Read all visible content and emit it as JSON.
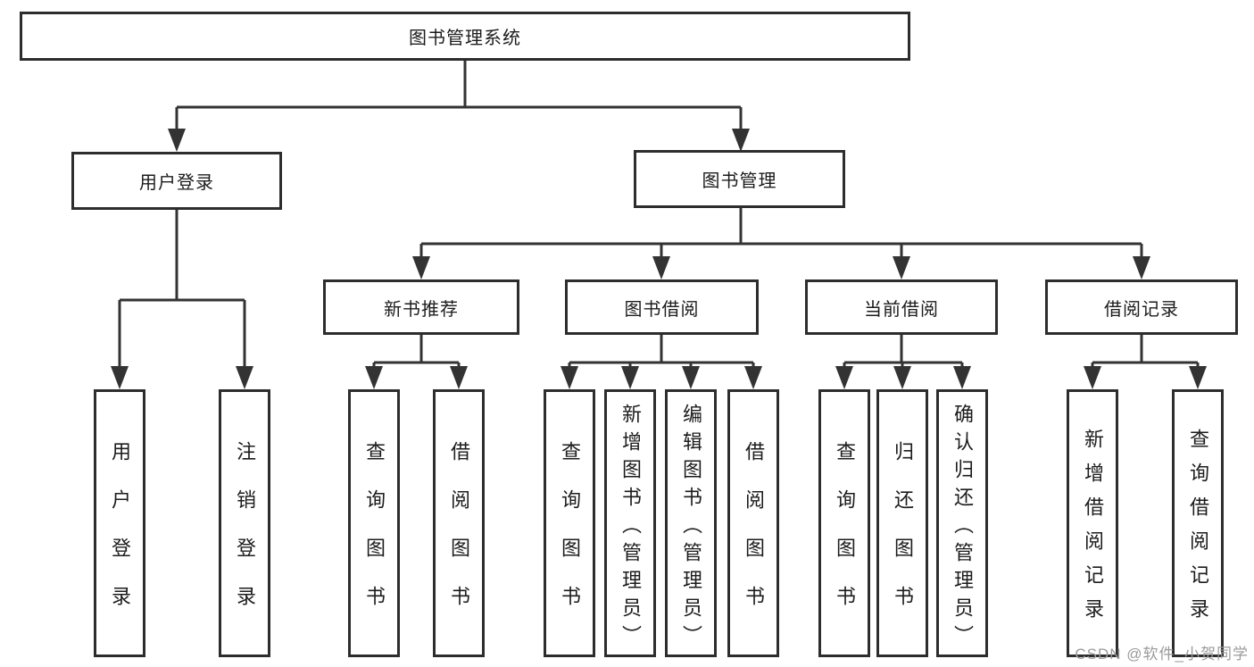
{
  "title": "图书管理系统",
  "nodes": {
    "root": "图书管理系统",
    "user_login": "用户登录",
    "book_management": "图书管理",
    "new_book_recommend": "新书推荐",
    "book_borrow": "图书借阅",
    "current_borrow": "当前借阅",
    "borrow_records": "借阅记录",
    "leaves": {
      "user_login": [
        "用户登录",
        "注销登录"
      ],
      "new_book_recommend": [
        "查询图书",
        "借阅图书"
      ],
      "book_borrow": [
        "查询图书",
        "新增图书（管理员）",
        "编辑图书（管理员）",
        "借阅图书"
      ],
      "current_borrow": [
        "查询图书",
        "归还图书",
        "确认归还（管理员）"
      ],
      "borrow_records": [
        "新增借阅记录",
        "查询借阅记录"
      ]
    }
  },
  "watermark": "CSDN @软件_小贺同学",
  "colors": {
    "line": "#333333",
    "border": "#2d2d2d",
    "text": "#1c1c1c",
    "watermark": "#9b9b9b",
    "background": "#ffffff"
  }
}
